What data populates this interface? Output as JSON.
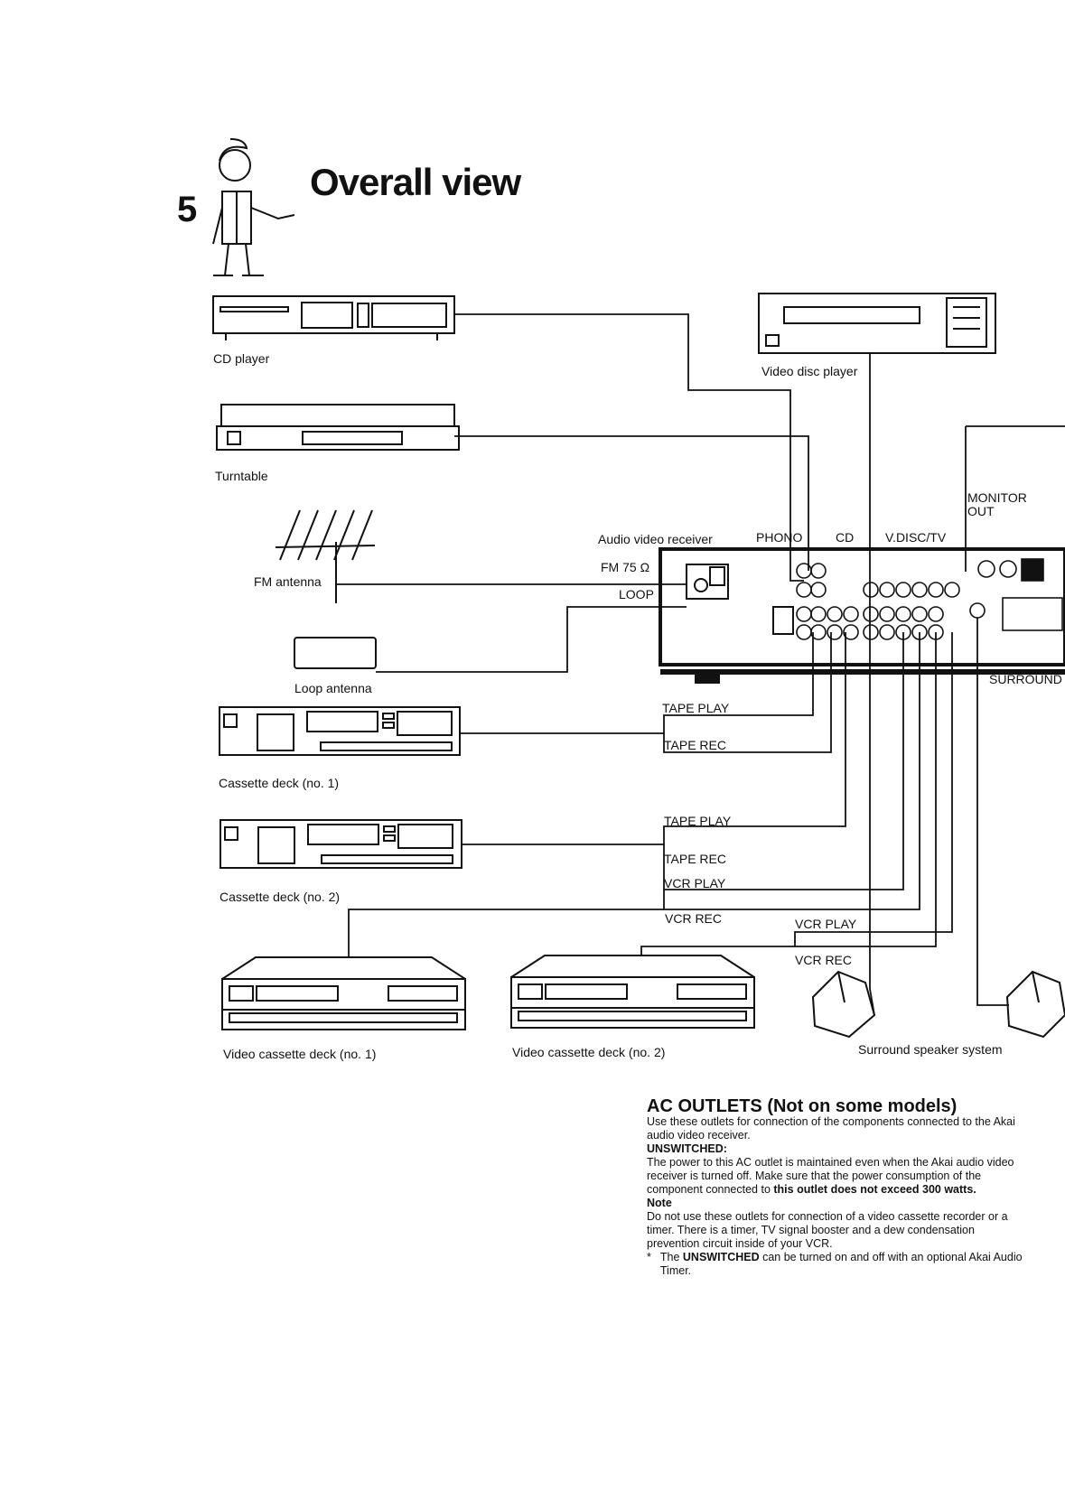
{
  "page": {
    "number": "5",
    "title": "Overall view"
  },
  "devices": {
    "cd_player": "CD player",
    "video_disc_player": "Video disc player",
    "turntable": "Turntable",
    "fm_antenna": "FM antenna",
    "loop_antenna": "Loop antenna",
    "cassette_deck_1": "Cassette deck (no. 1)",
    "cassette_deck_2": "Cassette deck (no. 2)",
    "video_cassette_deck_1": "Video cassette deck (no. 1)",
    "video_cassette_deck_2": "Video cassette deck (no. 2)",
    "surround_speaker": "Surround speaker system",
    "receiver": "Audio video receiver"
  },
  "jacks": {
    "phono": "PHONO",
    "cd": "CD",
    "vdisc_tv": "V.DISC/TV",
    "monitor_out_1": "MONITOR",
    "monitor_out_2": "OUT",
    "fm75": "FM 75 Ω",
    "loop": "LOOP",
    "surround": "SURROUND",
    "tape_play_1": "TAPE PLAY",
    "tape_rec_1": "TAPE REC",
    "tape_play_2": "TAPE PLAY",
    "tape_rec_2": "TAPE REC",
    "vcr_play_1": "VCR PLAY",
    "vcr_rec_1": "VCR REC",
    "vcr_play_2": "VCR PLAY",
    "vcr_rec_2": "VCR REC"
  },
  "ac_outlets": {
    "heading": "AC OUTLETS (Not on some models)",
    "intro": "Use these outlets for connection of the components connected to the Akai audio video receiver.",
    "unswitched_heading": "UNSWITCHED:",
    "unswitched_text_1": "The power to this AC outlet is maintained even when the Akai audio video receiver is turned off. Make sure that the power consumption of the component connected to ",
    "unswitched_bold": "this outlet does not exceed 300 watts.",
    "note_heading": "Note",
    "note_text": "Do not use these outlets for connection of a video cassette recorder or a timer. There is a timer, TV signal booster and a dew condensation prevention circuit inside of your VCR.",
    "bullet_mark": "*",
    "bullet_pre": "The ",
    "bullet_bold": "UNSWITCHED",
    "bullet_post": " can be turned on and off with an optional Akai Audio Timer."
  }
}
